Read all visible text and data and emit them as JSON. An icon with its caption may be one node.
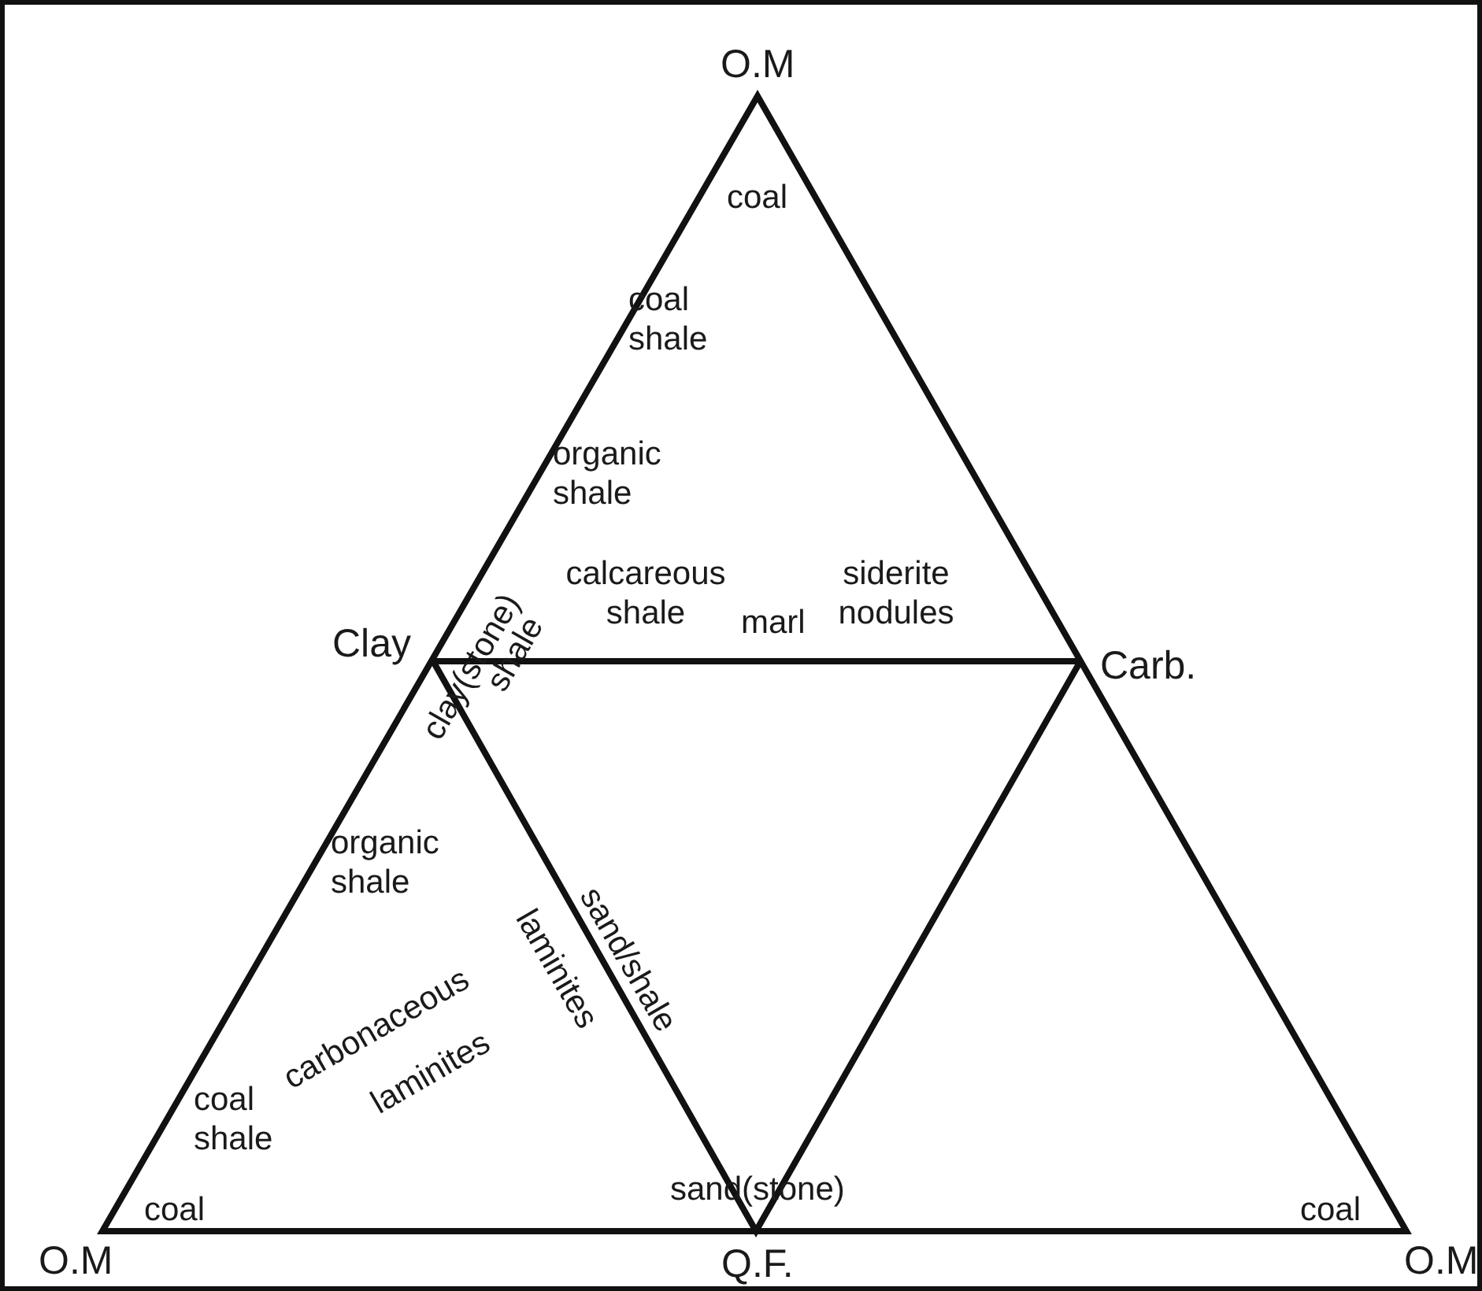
{
  "diagram": {
    "labels": [
      "O.M",
      "coal",
      "coal shale",
      "organic shale",
      "calcareous shale",
      "marl",
      "siderite nodules",
      "Clay",
      "Carb.",
      "clay(stone)",
      "shale",
      "organic shale",
      "sand/shale",
      "laminites",
      "carbonaceous",
      "laminites",
      "coal shale",
      "coal",
      "sand(stone)",
      "coal",
      "O.M",
      "Q.F.",
      "O.M"
    ]
  }
}
